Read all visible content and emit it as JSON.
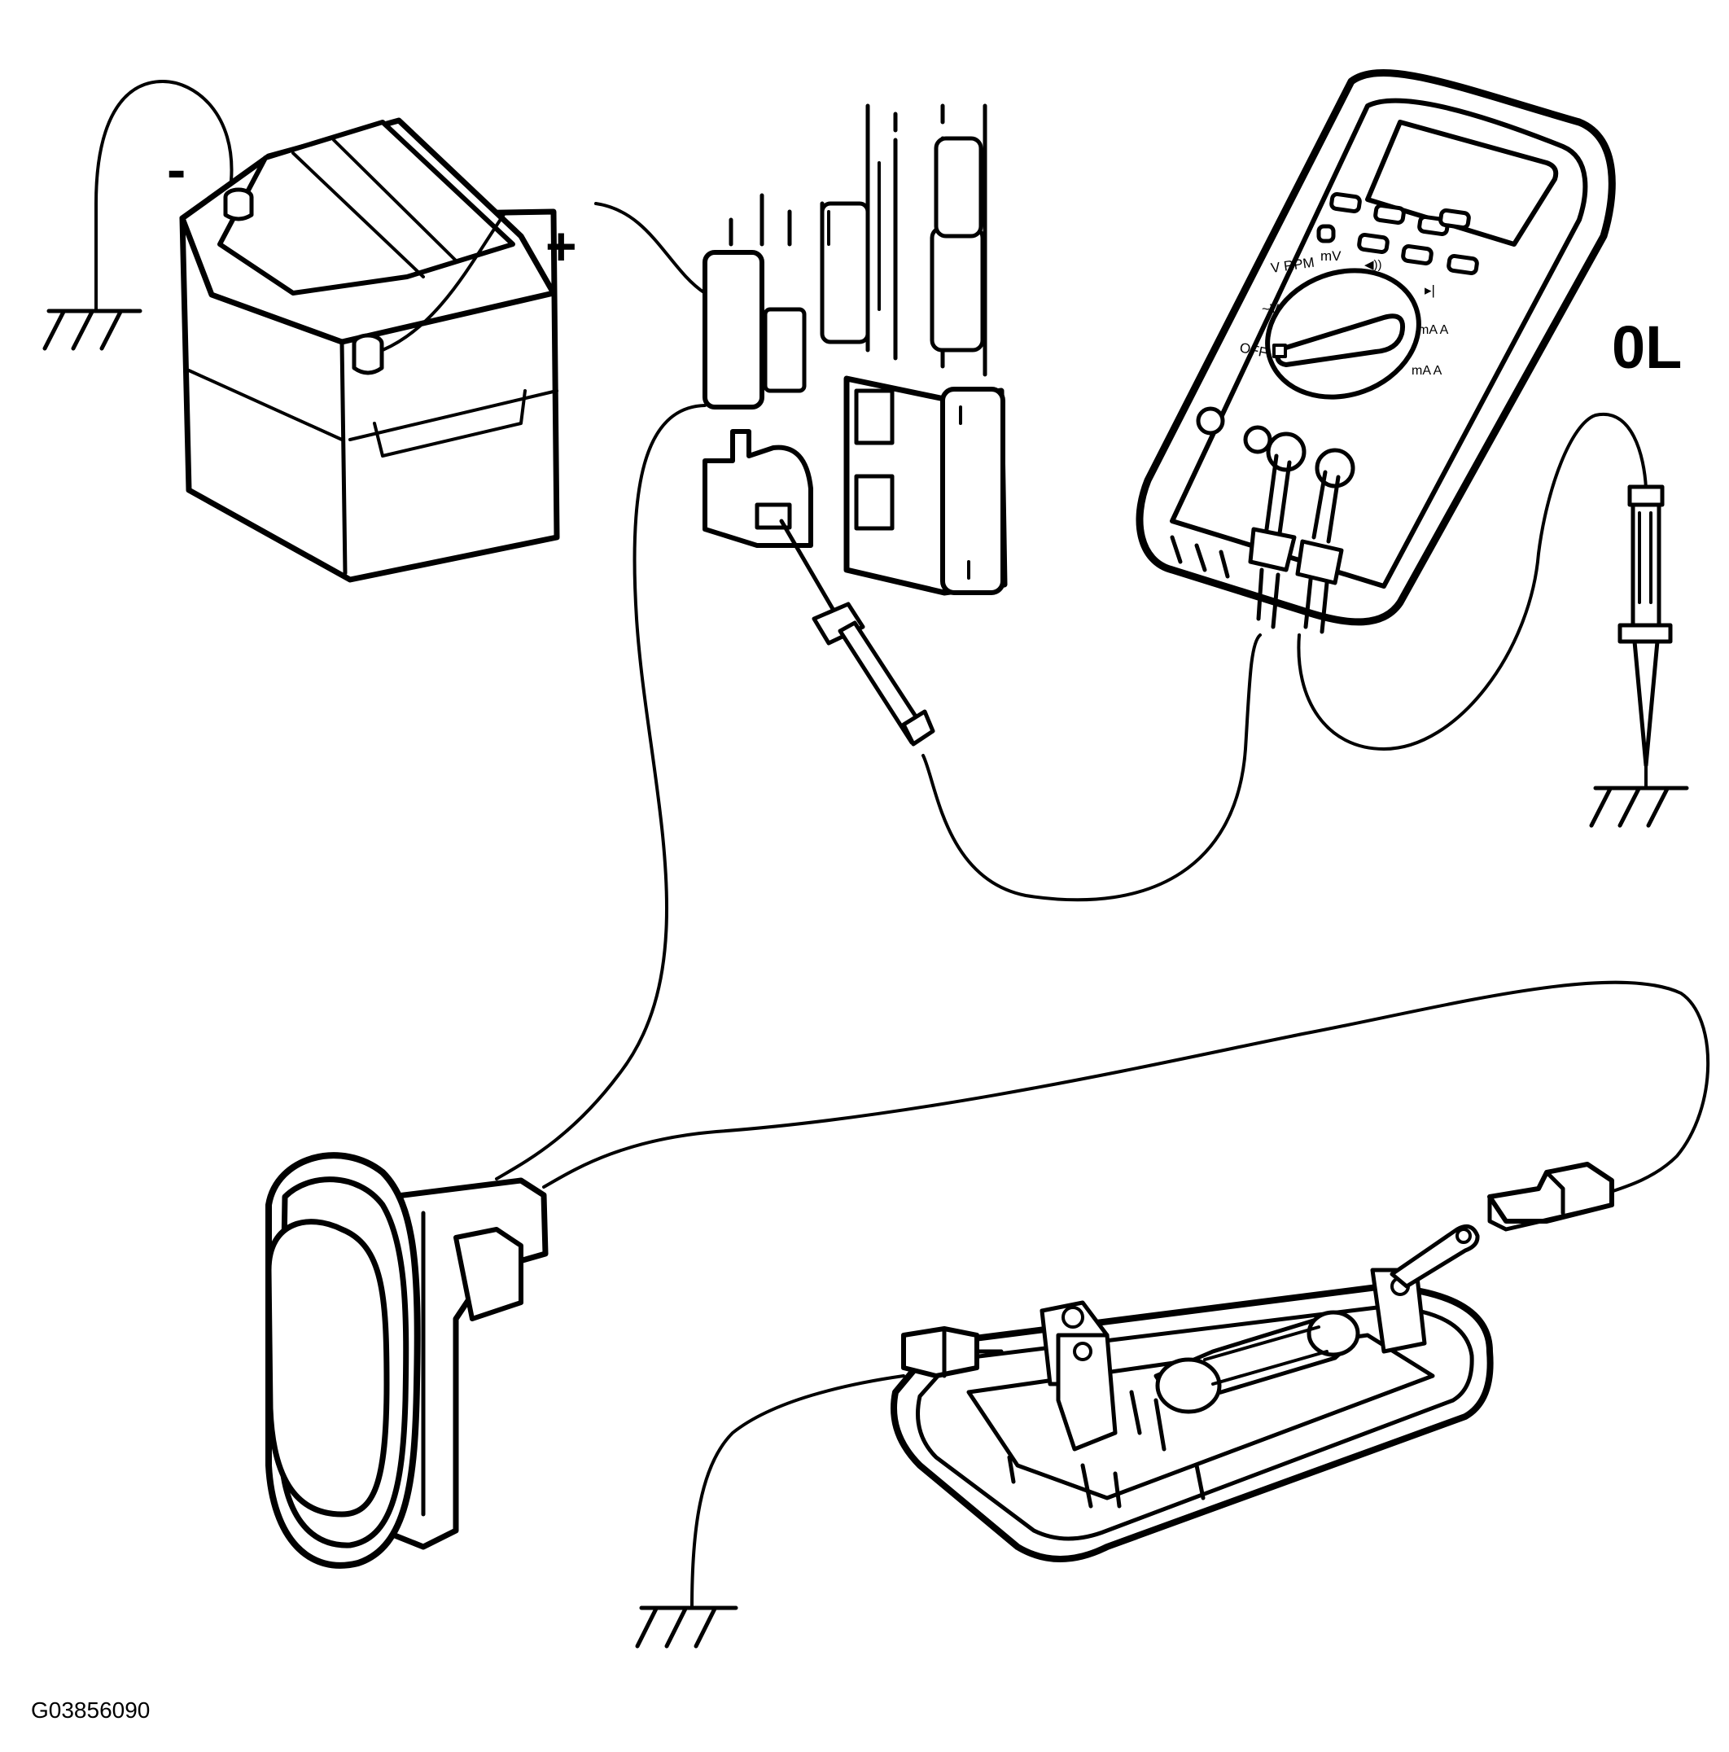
{
  "figure_id": "G03856090",
  "battery": {
    "negative_label": "-",
    "positive_label": "+"
  },
  "multimeter": {
    "reading": "0L",
    "dial_labels": {
      "v_rpm": "V RPM",
      "v_ac": "~V",
      "off": "OFF",
      "mv": "mV",
      "continuity": "◀))",
      "diode": "▸|",
      "ma_a_dc": "mA A",
      "ma_a_ac": "mA A"
    }
  },
  "colors": {
    "line": "#000000",
    "background": "#ffffff"
  }
}
